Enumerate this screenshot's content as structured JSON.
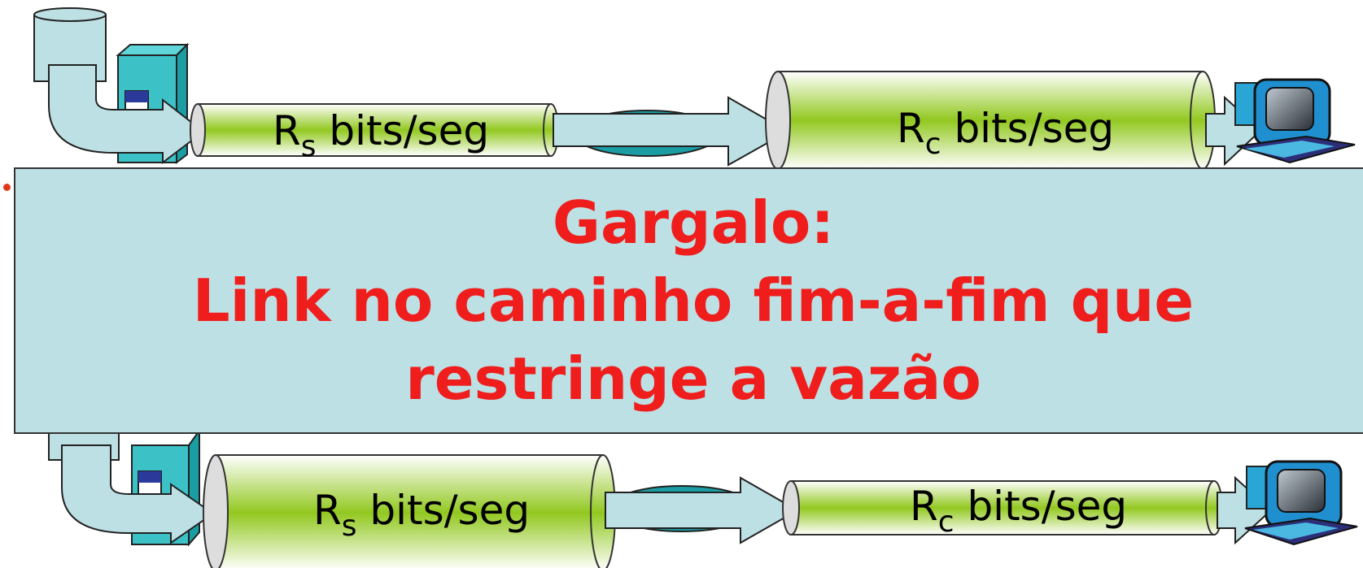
{
  "top_row": {
    "server_to_link_label": {
      "main": "R",
      "sub": "s",
      "rest": " bits/seg"
    },
    "link_to_client_label": {
      "main": "R",
      "sub": "c",
      "rest": " bits/seg"
    }
  },
  "bottom_row": {
    "server_to_link_label": {
      "main": "R",
      "sub": "s",
      "rest": " bits/seg"
    },
    "link_to_client_label": {
      "main": "R",
      "sub": "c",
      "rest": " bits/seg"
    }
  },
  "callout": {
    "line1": "Gargalo:",
    "line2": "Link no caminho fim-a-fim que",
    "line3": "restringe a vazão"
  },
  "colors": {
    "callout_background": "#bde0e4",
    "callout_text": "#f01d1d",
    "pipe_green": "#92c820",
    "arrow_fill": "#bde0e4"
  }
}
